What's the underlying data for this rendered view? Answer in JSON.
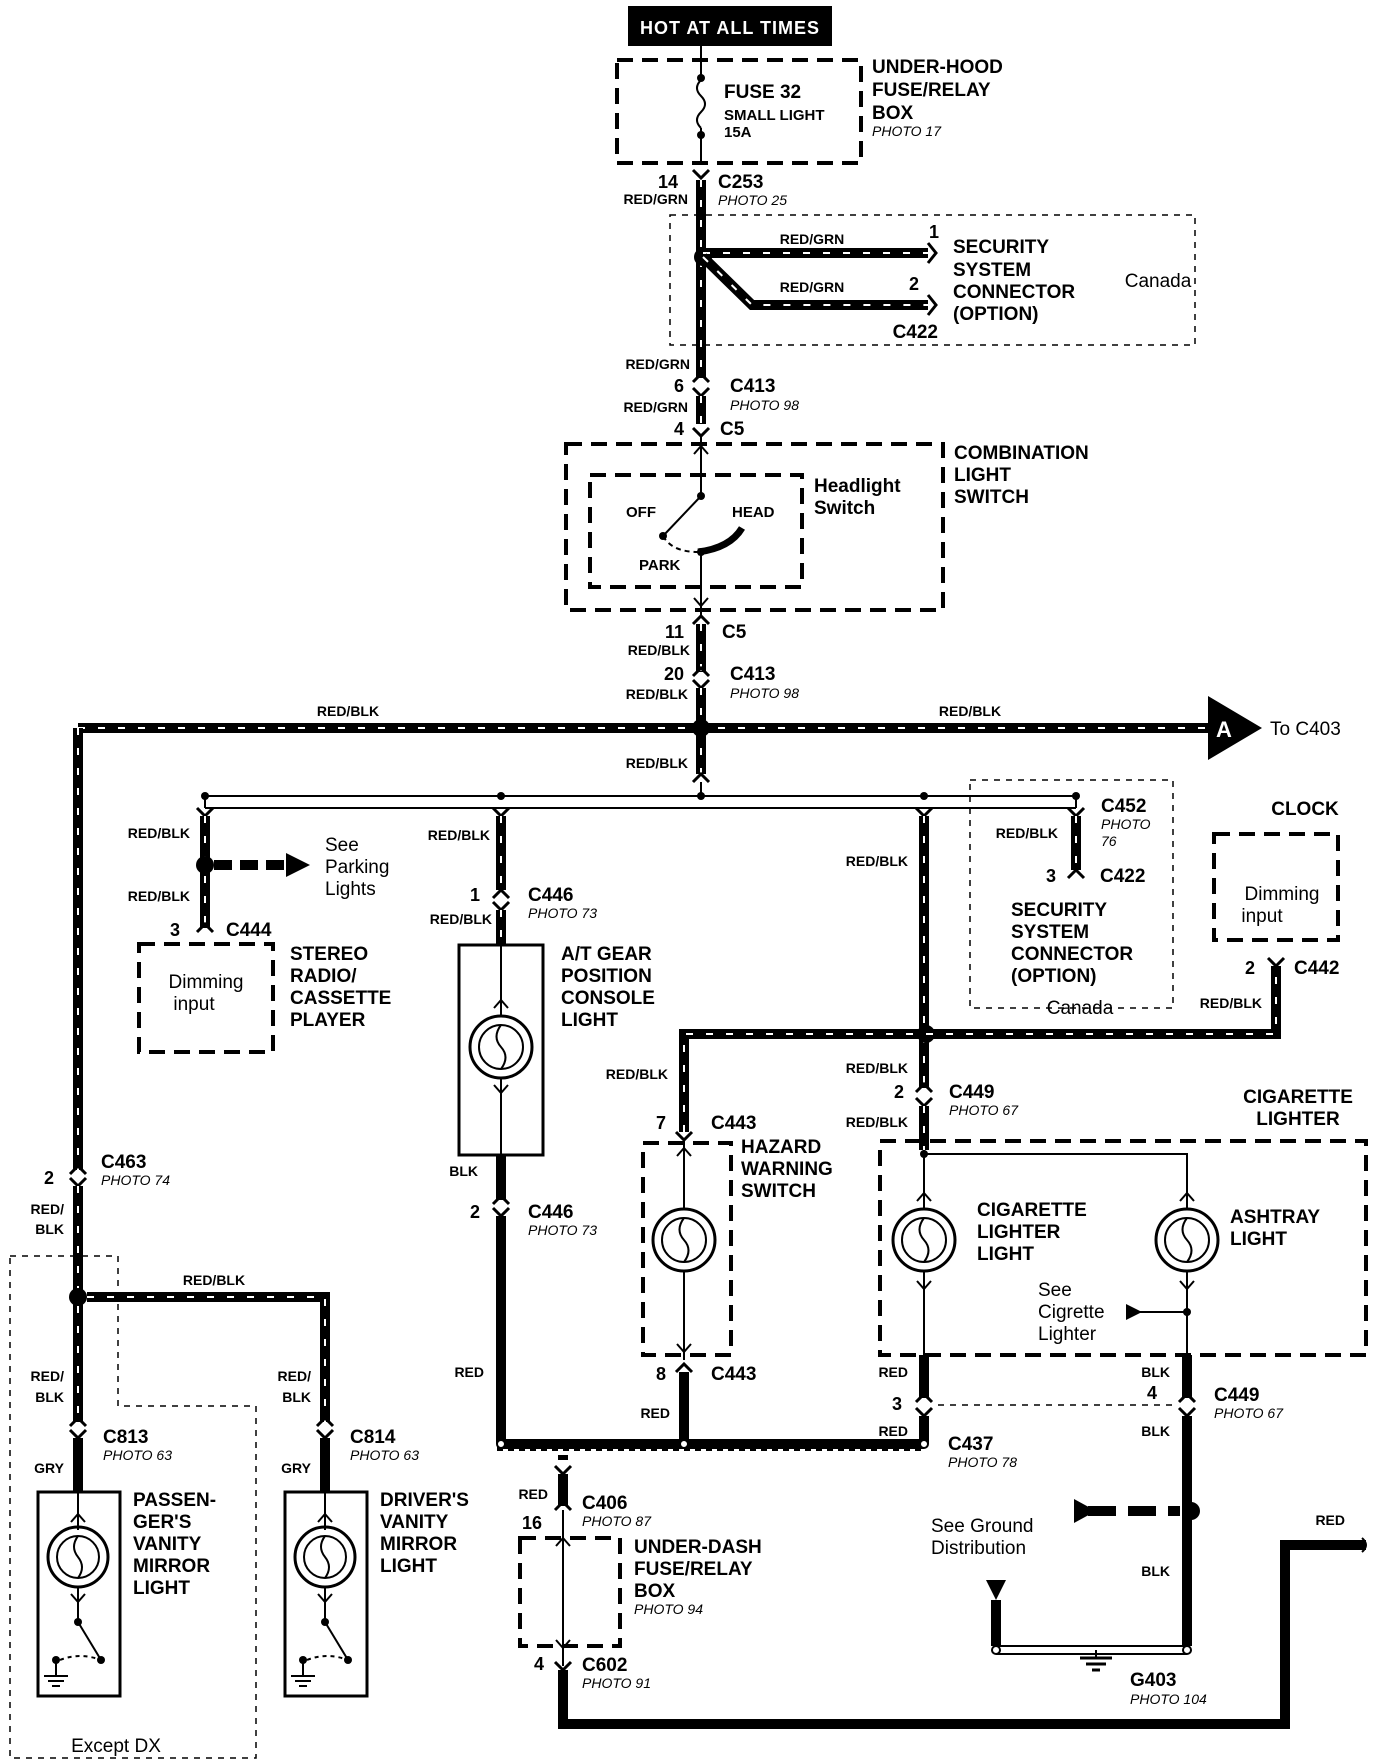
{
  "banner": "HOT AT ALL TIMES",
  "fuse_box": {
    "title_1": "UNDER-HOOD",
    "title_2": "FUSE/RELAY",
    "title_3": "BOX",
    "photo": "PHOTO 17"
  },
  "fuse": {
    "name": "FUSE 32",
    "desc": "SMALL LIGHT",
    "rating": "15A"
  },
  "c253": {
    "name": "C253",
    "pin": "14",
    "photo": "PHOTO 25",
    "wire": "RED/GRN"
  },
  "security_top": {
    "t1": "SECURITY",
    "t2": "SYSTEM",
    "t3": "CONNECTOR",
    "t4": "(OPTION)",
    "conn": "C422",
    "pin1": "1",
    "pin2": "2",
    "wire1": "RED/GRN",
    "wire2": "RED/GRN",
    "region": "Canada"
  },
  "c413a": {
    "name": "C413",
    "pin": "6",
    "photo": "PHOTO 98",
    "wire_top": "RED/GRN",
    "wire_bottom": "RED/GRN"
  },
  "c5a": {
    "name": "C5",
    "pin": "4"
  },
  "combo_switch": {
    "t1": "COMBINATION",
    "t2": "LIGHT",
    "t3": "SWITCH",
    "sub1": "Headlight",
    "sub2": "Switch",
    "off": "OFF",
    "head": "HEAD",
    "park": "PARK"
  },
  "c5b": {
    "name": "C5",
    "pin": "11",
    "wire": "RED/BLK"
  },
  "c413b": {
    "name": "C413",
    "pin": "20",
    "photo": "PHOTO 98",
    "wire": "RED/BLK"
  },
  "bus": {
    "wire_left": "RED/BLK",
    "wire_right": "RED/BLK",
    "wire_down": "RED/BLK",
    "arrow_label": "A",
    "to": "To C403"
  },
  "stereo": {
    "wire_top": "RED/BLK",
    "wire_bottom": "RED/BLK",
    "see1": "See",
    "see2": "Parking",
    "see3": "Lights",
    "conn": "C444",
    "pin": "3",
    "input1": "Dimming",
    "input2": "input",
    "t1": "STEREO",
    "t2": "RADIO/",
    "t3": "CASSETTE",
    "t4": "PLAYER"
  },
  "at_gear": {
    "wire_top": "RED/BLK",
    "wire_bottom": "RED/BLK",
    "conn": "C446",
    "pin_top": "1",
    "pin_bottom": "2",
    "photo": "PHOTO 73",
    "t1": "A/T GEAR",
    "t2": "POSITION",
    "t3": "CONSOLE",
    "t4": "LIGHT",
    "wire_blk": "BLK",
    "wire_red": "RED"
  },
  "security_mid": {
    "conn_a": "C452",
    "photo_a1": "PHOTO",
    "photo_a2": "76",
    "wire": "RED/BLK",
    "pin": "3",
    "conn_b": "C422",
    "t1": "SECURITY",
    "t2": "SYSTEM",
    "t3": "CONNECTOR",
    "t4": "(OPTION)",
    "region": "Canada"
  },
  "clock": {
    "title": "CLOCK",
    "input1": "Dimming",
    "input2": "input",
    "pin": "2",
    "conn": "C442",
    "wire": "RED/BLK"
  },
  "hazard": {
    "wire": "RED/BLK",
    "pin_top": "7",
    "pin_bottom": "8",
    "conn": "C443",
    "t1": "HAZARD",
    "t2": "WARNING",
    "t3": "SWITCH",
    "wire_red": "RED"
  },
  "c449a": {
    "name": "C449",
    "pin": "2",
    "photo": "PHOTO 67",
    "wire_top": "RED/BLK",
    "wire_bottom": "RED/BLK"
  },
  "cig": {
    "t1": "CIGARETTE",
    "t2": "LIGHTER",
    "l1": "CIGARETTE",
    "l2": "LIGHTER",
    "l3": "LIGHT",
    "a1": "ASHTRAY",
    "a2": "LIGHT",
    "see1": "See",
    "see2": "Cigrette",
    "see3": "Lighter",
    "wire_red": "RED",
    "wire_blk": "BLK"
  },
  "c437": {
    "name": "C437",
    "pin": "3",
    "photo": "PHOTO 78",
    "wire": "RED"
  },
  "c449b": {
    "name": "C449",
    "pin": "4",
    "photo": "PHOTO 67",
    "wire": "BLK"
  },
  "left_branch": {
    "conn": "C463",
    "pin": "2",
    "photo": "PHOTO 74",
    "wire_a": "RED/",
    "wire_b": "BLK",
    "wire_right": "RED/BLK"
  },
  "pass_mirror": {
    "conn": "C813",
    "photo": "PHOTO 63",
    "wire": "GRY",
    "wire_a": "RED/",
    "wire_b": "BLK",
    "t1": "PASSEN-",
    "t2": "GER'S",
    "t3": "VANITY",
    "t4": "MIRROR",
    "t5": "LIGHT"
  },
  "drv_mirror": {
    "conn": "C814",
    "photo": "PHOTO 63",
    "wire": "GRY",
    "wire_a": "RED/",
    "wire_b": "BLK",
    "t1": "DRIVER'S",
    "t2": "VANITY",
    "t3": "MIRROR",
    "t4": "LIGHT"
  },
  "except": "Except DX",
  "c406": {
    "name": "C406",
    "pin": "16",
    "photo": "PHOTO 87",
    "wire": "RED"
  },
  "underdash": {
    "t1": "UNDER-DASH",
    "t2": "FUSE/RELAY",
    "t3": "BOX",
    "photo": "PHOTO 94"
  },
  "c602": {
    "name": "C602",
    "pin": "4",
    "photo": "PHOTO 91"
  },
  "ground": {
    "see1": "See Ground",
    "see2": "Distribution",
    "wire": "BLK",
    "name": "G403",
    "photo": "PHOTO 104",
    "red": "RED"
  }
}
